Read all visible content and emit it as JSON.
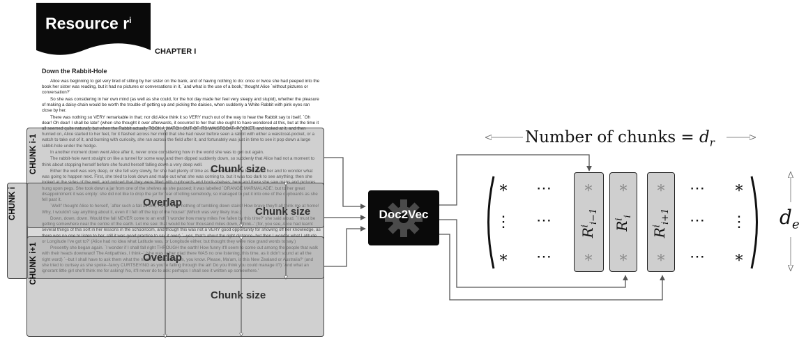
{
  "banner": {
    "title": "Resource r",
    "superscript": "i"
  },
  "chapter": "CHAPTER I",
  "document": {
    "title": "Down the Rabbit-Hole",
    "paragraphs": [
      "Alice was beginning to get very tired of sitting by her sister on the bank, and of having nothing to do: once or twice she had peeped into the book her sister was reading, but it had no pictures or conversations in it, `and what is the use of a book,' thought Alice `without pictures or conversation?'",
      "So she was considering in her own mind (as well as she could, for the hot day made her feel very sleepy and stupid), whether the pleasure of making a daisy-chain would be worth the trouble of getting up and picking the daisies, when suddenly a White Rabbit with pink eyes ran close by her.",
      "There was nothing so VERY remarkable in that; nor did Alice think it so VERY much out of the way to hear the Rabbit say to itself, `Oh dear! Oh dear! I shall be late!' (when she thought it over afterwards, it occurred to her that she ought to have wondered at this, but at the time it all seemed quite natural); but when the Rabbit actually TOOK A WATCH OUT OF ITS WAISTCOAT- POCKET, and looked at it, and then hurried on, Alice started to her feet, for it flashed across her mind that she had never before seen a rabbit with either a waistcoat-pocket, or a watch to take out of it, and burning with curiosity, she ran across the field after it, and fortunately was just in time to see it pop down a large rabbit-hole under the hedge.",
      "In another moment down went Alice after it, never once considering how in the world she was to get out again.",
      "The rabbit-hole went straight on like a tunnel for some way, and then dipped suddenly down, so suddenly that Alice had not a moment to think about stopping herself before she found herself falling down a very deep well.",
      "Either the well was very deep, or she fell very slowly, for she had plenty of time as she went down to look about her and to wonder what was going to happen next. First, she tried to look down and make out what she was coming to, but it was too dark to see anything; then she looked at the sides of the well, and noticed that they were filled with cupboards and book-shelves; here and there she saw maps and pictures hung upon pegs. She took down a jar from one of the shelves as she passed; it was labelled `ORANGE MARMALADE', but to her great disappointment it was empty: she did not like to drop the jar for fear of killing somebody, so managed to put it into one of the cupboards as she fell past it.",
      "`Well!' thought Alice to herself, `after such a fall as this, I shall think nothing of tumbling down stairs! How brave they'll all think me at home! Why, I wouldn't say anything about it, even if I fell off the top of the house!' (Which was very likely true.)",
      "Down, down, down. Would the fall NEVER come to an end! `I wonder how many miles I've fallen by this time?' she said aloud. `I must be getting somewhere near the centre of the earth. Let me see: that would be four thousand miles down, I think--' (for, you see, Alice had learnt several things of this sort in her lessons in the schoolroom, and though this was not a VERY good opportunity for showing off her knowledge, as there was no one to listen to her, still it was good practice to say it over) `--yes, that's about the right distance--but then I wonder what Latitude or Longitude I've got to?' (Alice had no idea what Latitude was, or Longitude either, but thought they were nice grand words to say.)",
      "Presently she began again. `I wonder if I shall fall right THROUGH the earth! How funny it'll seem to come out among the people that walk with their heads downward! The Antipathies, I think--' (she was rather glad there WAS no one listening, this time, as it didn't sound at all the right word) `--but I shall have to ask them what the name of the country is, you know. Please, Ma'am, is this New Zealand or Australia?' (and she tried to curtsey as she spoke--fancy CURTSEYING as you're falling through the air! Do you think you could manage it?) `And what an ignorant little girl she'll think me for asking! No, it'll never do to ask: perhaps I shall see it written up somewhere.'"
    ]
  },
  "chunks": {
    "prev": "CHUNK i-1",
    "current": "CHUNK i",
    "next": "CHUNK i+1",
    "chunk_size_1": "Chunk size",
    "chunk_size_2": "Chunk size",
    "chunk_size_3": "Chunk size",
    "overlap_1": "Overlap",
    "overlap_2": "Overlap"
  },
  "model": {
    "label": "Doc2Vec"
  },
  "matrix": {
    "number_of_chunks_text": "Number of chunks = ",
    "number_of_chunks_var": "d",
    "number_of_chunks_sub": "r",
    "embedding_dim_var": "d",
    "embedding_dim_sub": "e",
    "star": "*",
    "dots_h": "⋯",
    "dots_v": "⋮",
    "col_prev": {
      "base": "R",
      "sup": "i",
      "sub": "i−1"
    },
    "col_curr": {
      "base": "R",
      "sup": "i",
      "sub": "i"
    },
    "col_next": {
      "base": "R",
      "sup": "i",
      "sub": "i+1"
    }
  },
  "colors": {
    "chunk_fill": "#969696",
    "box_fill": "#0a0a0a",
    "column_fill": "#cfcfcf",
    "arrow": "#555555"
  }
}
